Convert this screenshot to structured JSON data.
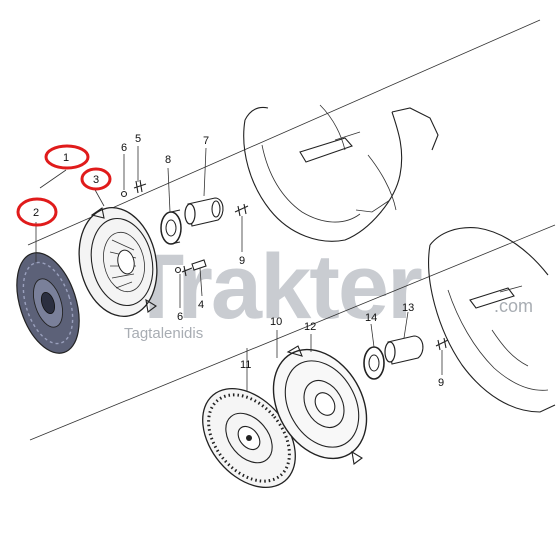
{
  "watermark": {
    "brand": "Trakter",
    "domain": ".com",
    "author": "Tagtalenidis"
  },
  "callouts": {
    "c1": "1",
    "c3": "3",
    "c2": "2",
    "c5": "5",
    "c6a": "6",
    "c7": "7",
    "c8": "8",
    "c9a": "9",
    "c6b": "6",
    "c4": "4",
    "c10": "10",
    "c12": "12",
    "c11": "11",
    "c13": "13",
    "c14": "14",
    "c9b": "9"
  },
  "colors": {
    "highlight": "#e01b1b",
    "watermark": "#c9ccd1",
    "disc_lining": "#4a4f6a"
  },
  "highlighted_callouts": [
    "1",
    "3",
    "2"
  ]
}
